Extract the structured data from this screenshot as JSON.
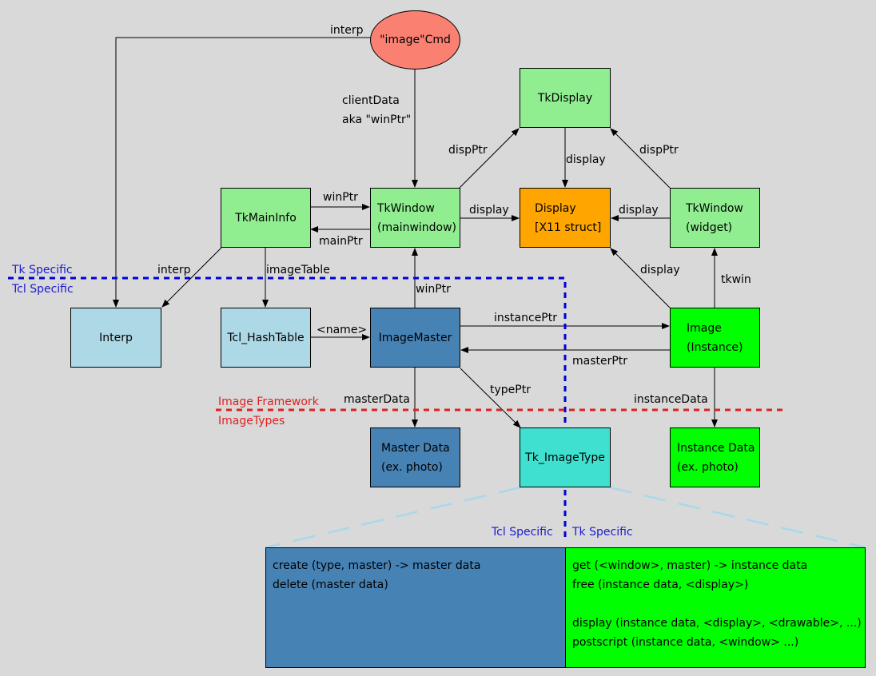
{
  "colors": {
    "background": "#d9d9d9",
    "light_green": "#90ee90",
    "green": "#00ff00",
    "orange": "#ffa500",
    "light_blue": "#add8e6",
    "steel_blue": "#4682b4",
    "turquoise": "#40e0d0",
    "salmon": "#fa8072",
    "separator_blue": "#0000dd",
    "separator_red": "#e02020"
  },
  "nodes": {
    "image_cmd": "\"image\"Cmd",
    "tk_display": "TkDisplay",
    "tk_main_info": "TkMainInfo",
    "tk_window_main": [
      "TkWindow",
      "(mainwindow)"
    ],
    "display_struct": [
      "Display",
      "[X11 struct]"
    ],
    "tk_window_widget": [
      "TkWindow",
      "(widget)"
    ],
    "interp": "Interp",
    "tcl_hash_table": "Tcl_HashTable",
    "image_master": "ImageMaster",
    "image_instance": [
      "Image",
      "(Instance)"
    ],
    "master_data": [
      "Master Data",
      "(ex. photo)"
    ],
    "tk_image_type": "Tk_ImageType",
    "instance_data": [
      "Instance Data",
      "(ex. photo)"
    ]
  },
  "edges": {
    "interp_top": "interp",
    "client_data": [
      "clientData",
      "aka \"winPtr\""
    ],
    "disp_ptr_left": "dispPtr",
    "display_top": "display",
    "disp_ptr_right": "dispPtr",
    "win_ptr_top": "winPtr",
    "main_ptr": "mainPtr",
    "display_left": "display",
    "display_right": "display",
    "interp_mid": "interp",
    "image_table": "imageTable",
    "display_diag": "display",
    "tkwin": "tkwin",
    "win_ptr_vertical": "winPtr",
    "name": "<name>",
    "instance_ptr": "instancePtr",
    "master_ptr": "masterPtr",
    "master_data_edge": "masterData",
    "type_ptr": "typePtr",
    "instance_data_edge": "instanceData"
  },
  "regions": {
    "tk_specific_left": "Tk Specific",
    "tcl_specific_left": "Tcl Specific",
    "image_framework": "Image Framework",
    "image_types": "ImageTypes",
    "tcl_specific_bottom": "Tcl Specific",
    "tk_specific_bottom": "Tk Specific"
  },
  "type_procs": {
    "tcl": [
      "create (type, master) -> master data",
      "delete (master data)"
    ],
    "tk": [
      "get (<window>, master) -> instance data",
      "free (instance data, <display>)",
      "",
      "display (instance data, <display>, <drawable>, ...)",
      "postscript (instance data, <window> ...)"
    ]
  }
}
